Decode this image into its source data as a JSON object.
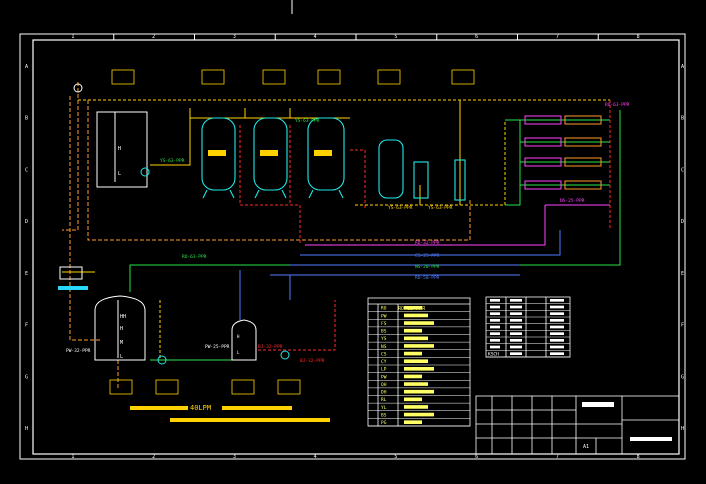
{
  "colors": {
    "frame": "#ffffff",
    "pipe_main": "#ffd200",
    "pipe_orange": "#ff9a2a",
    "pipe_red": "#ff2a2a",
    "pipe_green": "#29e34a",
    "pipe_magenta": "#ff44ff",
    "pipe_blue": "#4f7cff",
    "vessel": "#20e8e8",
    "label_box": "#ffd200",
    "table_line": "#ffffff",
    "table_text": "#ffff66",
    "cyan_tank": "#29d8ff"
  },
  "grid_numbers": {
    "columns": [
      "1",
      "2",
      "3",
      "4",
      "5",
      "6",
      "7",
      "8"
    ],
    "rows": [
      "A",
      "B",
      "C",
      "D",
      "E",
      "F",
      "G",
      "H"
    ]
  },
  "pipe_labels": {
    "rw1": "YS-63-PPR",
    "rw2": "YS-63-PPR",
    "ro_in": "RO-63-PPR",
    "ro_top": "RO-63-PPR",
    "ro_right": "RO-50-PPR",
    "ns": "NS-25-PPR",
    "mid": "RO-63-PPR",
    "pw": "PW-32-PPR",
    "pw2": "PW-25-PPR",
    "bj": "BJ-32-PPR",
    "bj2": "BJ-32-PPR",
    "ys": "YS-63-PPR",
    "cs": "CS-25-PPR",
    "ns2": "NS-20-PPR",
    "ro2": "RO-32-PPR"
  },
  "tanks": {
    "left_top": [
      "H",
      "L"
    ],
    "left_bottom": [
      "HH",
      "H",
      "M",
      "L"
    ],
    "small": [
      "H",
      "L"
    ]
  },
  "notes": {
    "line1_left": "",
    "line1_mid": "40LPM",
    "line2": ""
  },
  "legend_pipes": {
    "header": "RO-63-PPR",
    "rows": [
      "RO",
      "PW",
      "FS",
      "BS",
      "YS",
      "NS",
      "CS",
      "CY",
      "LP",
      "PW",
      "QH",
      "DH",
      "RL",
      "YL",
      "BS",
      "PG"
    ]
  },
  "legend_symbols": {
    "rows": 9,
    "codes": [
      "",
      "",
      "",
      "",
      "",
      "",
      "",
      "",
      "KSCH"
    ]
  },
  "title_block": {
    "sheet": "A1"
  }
}
